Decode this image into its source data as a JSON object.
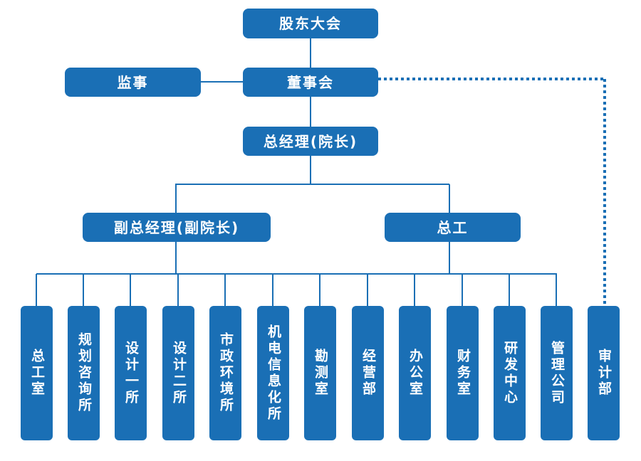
{
  "colors": {
    "node_fill": "#1a6fb5",
    "line": "#1a6fb5"
  },
  "nodes": {
    "shareholders": "股东大会",
    "supervisor": "监事",
    "board": "董事会",
    "gm": "总经理(院长)",
    "deputy_gm": "副总经理(副院长)",
    "chief_engineer": "总工",
    "departments": [
      "总工室",
      "规划咨询所",
      "设计一所",
      "设计二所",
      "市政环境所",
      "机电信息化所",
      "勘测室",
      "经营部",
      "办公室",
      "财务室",
      "研发中心",
      "管理公司"
    ],
    "audit": "审计部"
  }
}
